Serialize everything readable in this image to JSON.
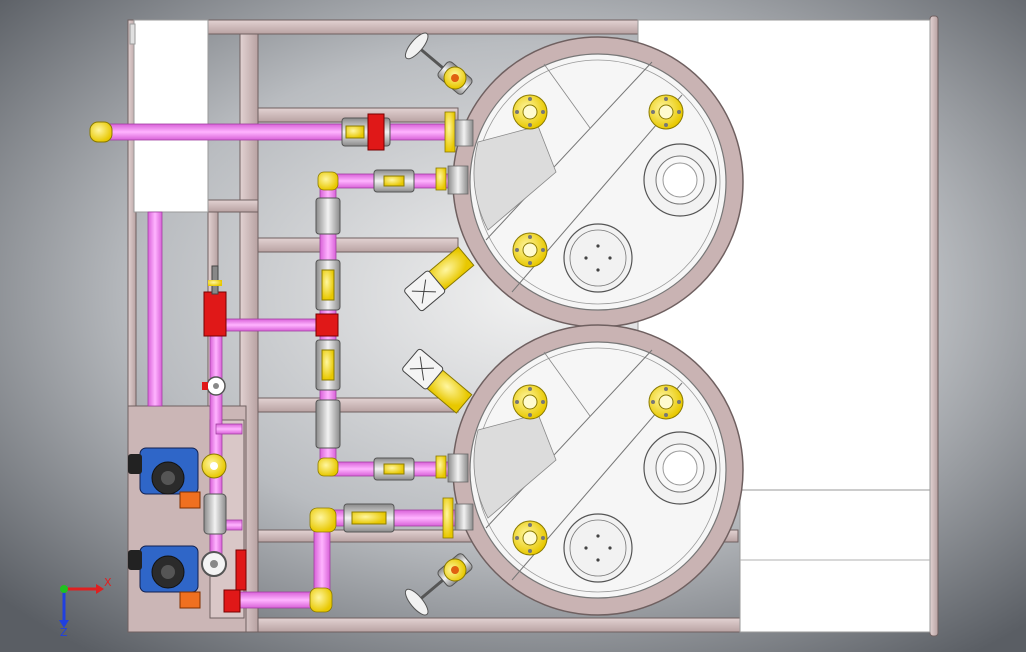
{
  "viewport": {
    "background_center": "#f2f2f2",
    "background_edge": "#5a5e64"
  },
  "triad": {
    "x_label": "X",
    "z_label": "Z",
    "x_color": "#e02020",
    "y_color": "#20c020",
    "z_color": "#2040e0"
  },
  "colors": {
    "frame": "#cbb6b6",
    "frame_edge": "#7a6a6a",
    "tank_rim": "#c9b3b3",
    "tank_inner": "#f4f4f4",
    "pipe": "#f07ef0",
    "flange": "#f7e21a",
    "valve_red": "#e01818",
    "valve_silver": "#d8d8d8",
    "pump_blue": "#2f66c8",
    "panel": "#ffffff"
  },
  "tanks": [
    {
      "id": "upper-tank",
      "manway_bolts": 4,
      "ports": 3
    },
    {
      "id": "lower-tank",
      "manway_bolts": 4,
      "ports": 3
    }
  ],
  "pumps": [
    {
      "id": "pump-1",
      "icon": "pump-icon"
    },
    {
      "id": "pump-2",
      "icon": "pump-icon"
    }
  ]
}
